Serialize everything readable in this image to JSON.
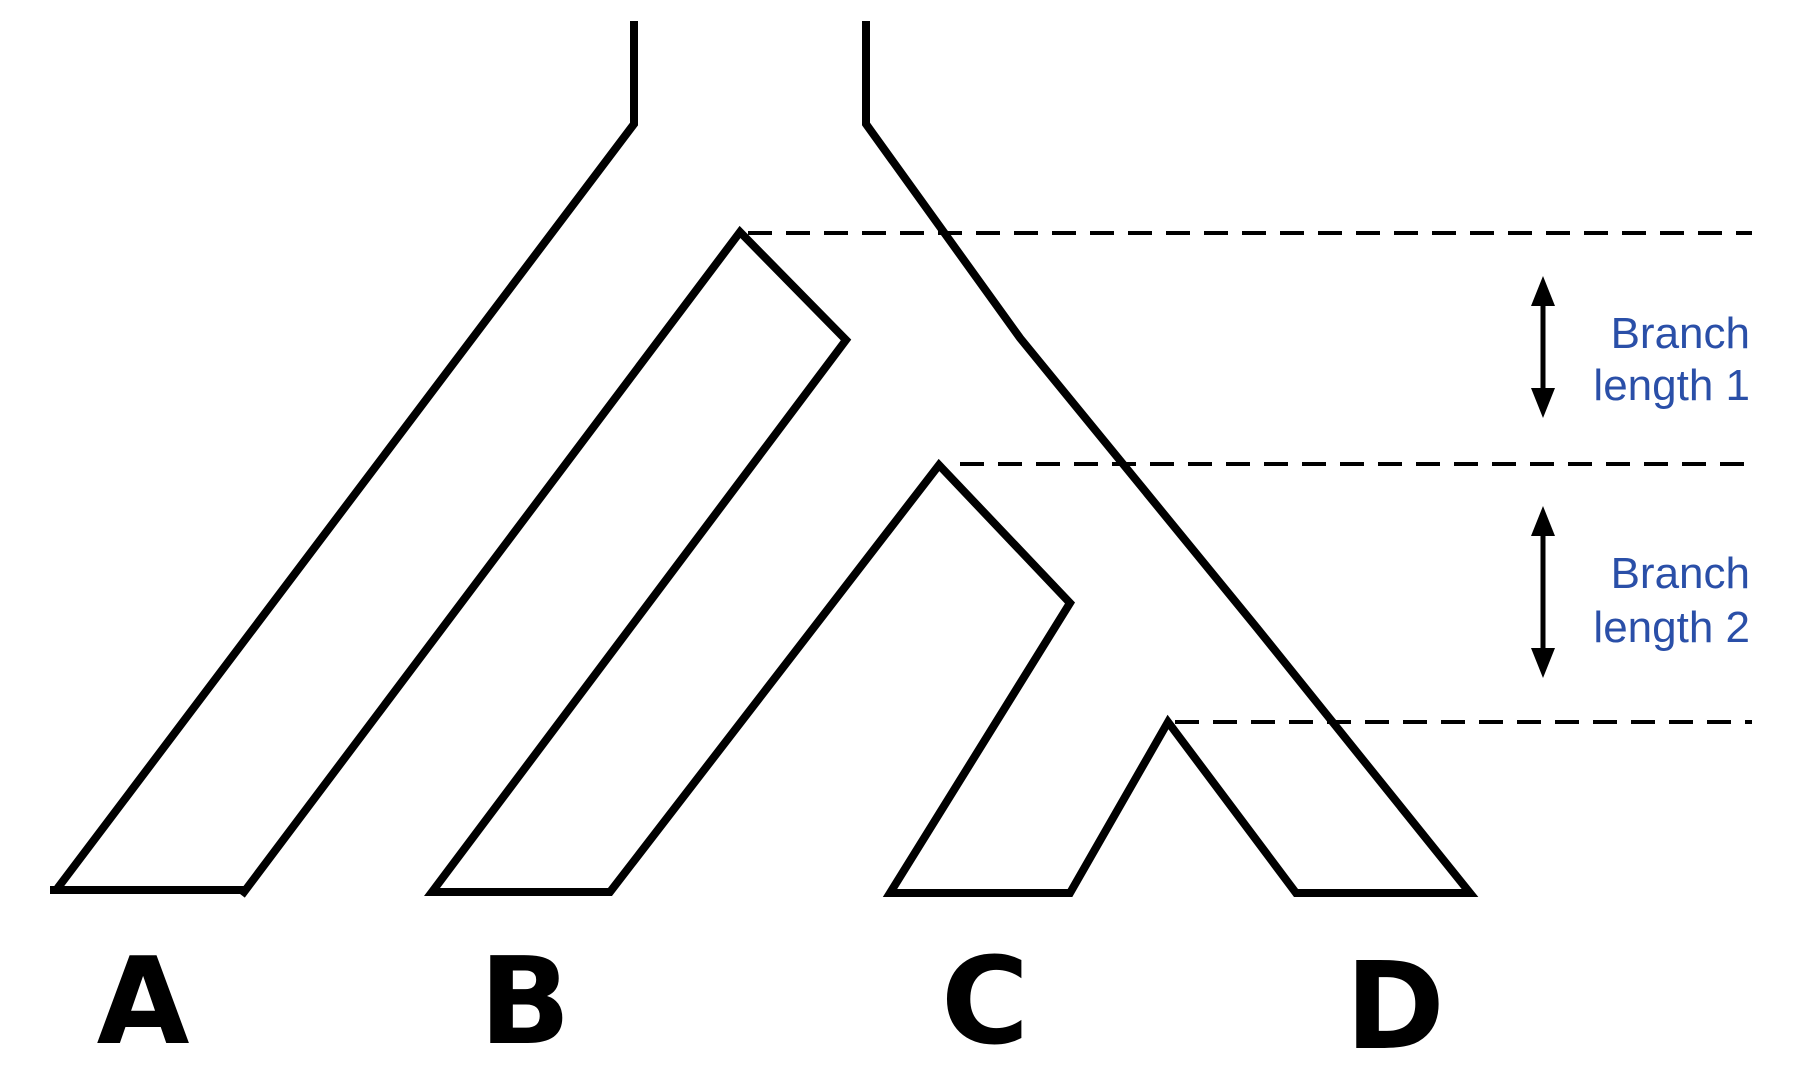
{
  "tips": [
    "A",
    "B",
    "C",
    "D"
  ],
  "branch_labels": [
    {
      "line1": "Branch",
      "line2": "length 1"
    },
    {
      "line1": "Branch",
      "line2": "length 2"
    }
  ],
  "colors": {
    "outline": "#000000",
    "label_text": "#2a4fa8",
    "background": "#ffffff"
  }
}
